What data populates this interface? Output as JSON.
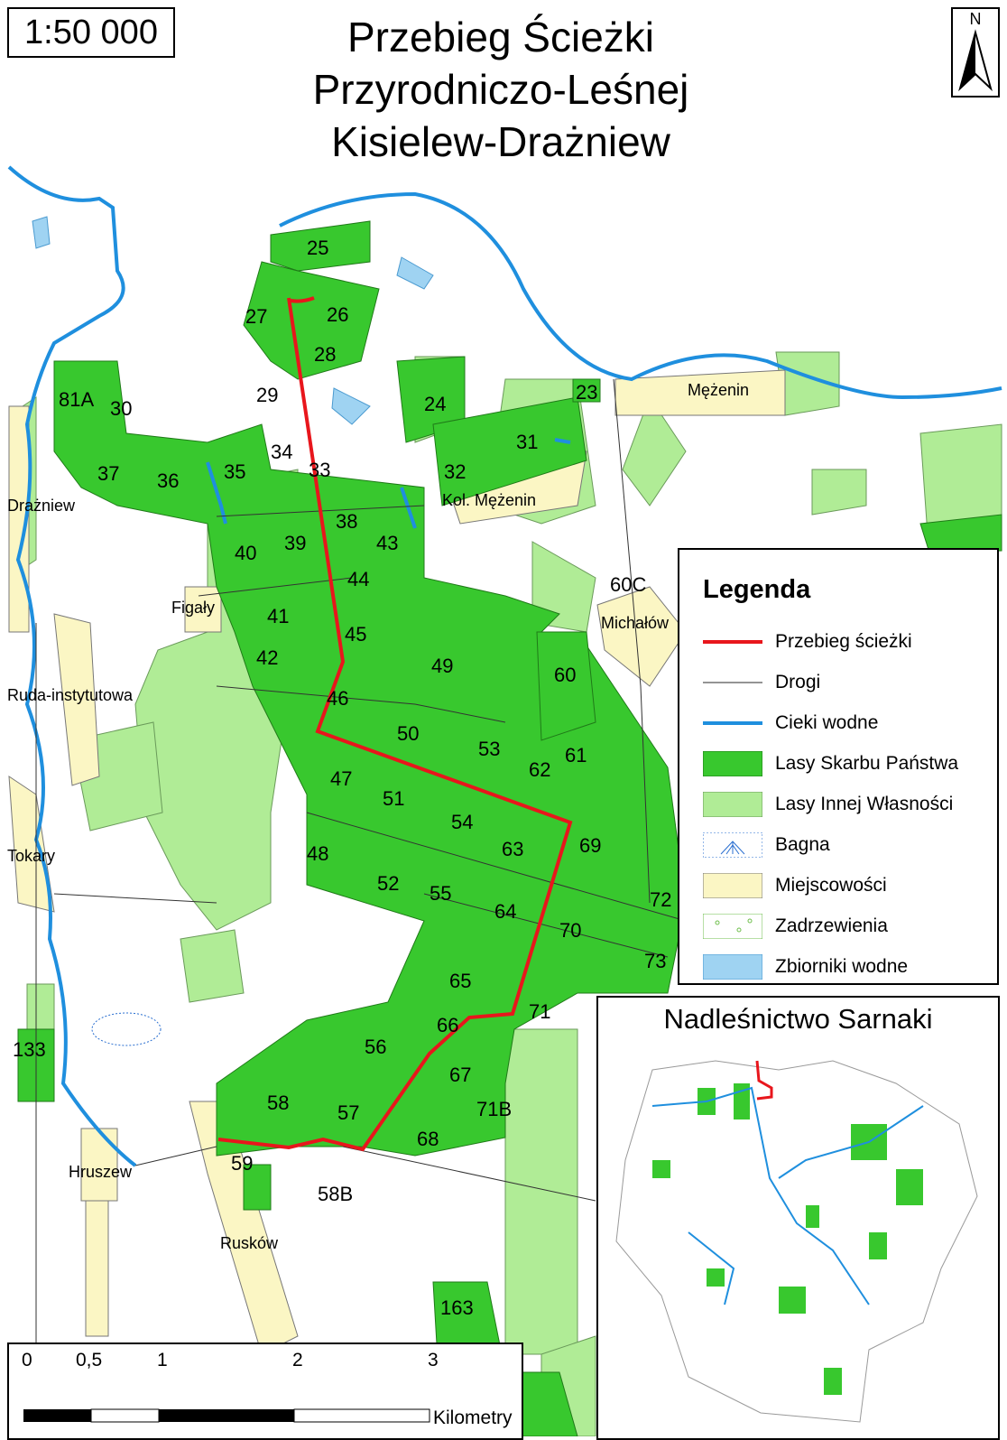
{
  "map": {
    "scale": "1:50 000",
    "title_lines": [
      "Przebieg Ścieżki",
      "Przyrodniczo-Leśnej",
      "Kisielew-Drażniew"
    ],
    "north_label": "N",
    "compartments": [
      "25",
      "26",
      "27",
      "28",
      "29",
      "24",
      "23",
      "81A",
      "30",
      "37",
      "36",
      "35",
      "34",
      "33",
      "32",
      "31",
      "38",
      "39",
      "40",
      "43",
      "44",
      "41",
      "45",
      "42",
      "46",
      "49",
      "60",
      "50",
      "53",
      "61",
      "62",
      "47",
      "51",
      "54",
      "63",
      "69",
      "48",
      "52",
      "55",
      "64",
      "70",
      "72",
      "73",
      "65",
      "71",
      "66",
      "56",
      "67",
      "71B",
      "58",
      "57",
      "68",
      "59",
      "58B",
      "133",
      "163",
      "60C"
    ],
    "places": [
      "Mężenin",
      "Kol. Mężenin",
      "Drażniew",
      "Figały",
      "Michałów",
      "Ruda-instytutowa",
      "Tokary",
      "Hruszew",
      "Rusków"
    ]
  },
  "legend": {
    "title": "Legenda",
    "items": [
      {
        "label": "Przebieg ścieżki",
        "symbol": "red-line",
        "color": "#e8161c"
      },
      {
        "label": "Drogi",
        "symbol": "thin-line",
        "color": "#555555"
      },
      {
        "label": "Cieki wodne",
        "symbol": "blue-line",
        "color": "#1f8fde"
      },
      {
        "label": "Lasy Skarbu Państwa",
        "symbol": "fill",
        "color": "#38c82e"
      },
      {
        "label": "Lasy Innej Własności",
        "symbol": "fill",
        "color": "#b0ec96"
      },
      {
        "label": "Bagna",
        "symbol": "marsh",
        "color": "#2a6fd0"
      },
      {
        "label": "Miejscowości",
        "symbol": "fill",
        "color": "#fbf6c4"
      },
      {
        "label": "Zadrzewienia",
        "symbol": "trees",
        "color": "#6fbf4c"
      },
      {
        "label": "Zbiorniki wodne",
        "symbol": "fill",
        "color": "#9fd3f2"
      }
    ]
  },
  "inset": {
    "title": "Nadleśnictwo Sarnaki"
  },
  "scalebar": {
    "labels": [
      "0",
      "0,5",
      "1",
      "2",
      "3"
    ],
    "unit": "Kilometry"
  },
  "colors": {
    "state_forest": "#38c82e",
    "other_forest": "#b0ec96",
    "village": "#fbf6c4",
    "water": "#1f8fde",
    "route": "#e8161c"
  }
}
